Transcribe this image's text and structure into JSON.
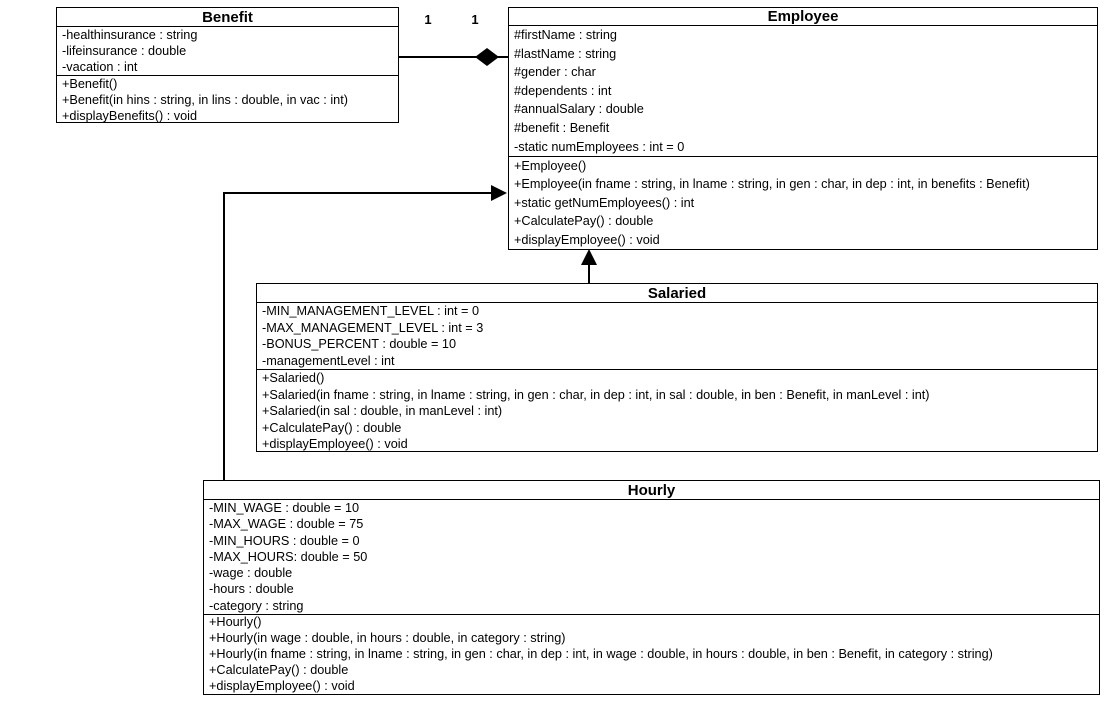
{
  "diagram": {
    "kind": "uml-class-diagram",
    "colors": {
      "line": "#000000",
      "text": "#000000",
      "background": "#ffffff",
      "box_fill": "#ffffff"
    },
    "classes": [
      {
        "name": "Benefit",
        "attributes": [
          "-healthinsurance : string",
          "-lifeinsurance : double",
          "-vacation : int"
        ],
        "methods": [
          "+Benefit()",
          "+Benefit(in hins : string, in lins : double, in vac : int)",
          "+displayBenefits() : void"
        ]
      },
      {
        "name": "Employee",
        "attributes": [
          "#firstName : string",
          "#lastName : string",
          "#gender : char",
          "#dependents : int",
          "#annualSalary : double",
          "#benefit : Benefit",
          "-static numEmployees : int = 0"
        ],
        "methods": [
          "+Employee()",
          "+Employee(in fname : string, in lname : string, in gen : char, in dep : int, in benefits : Benefit)",
          "+static getNumEmployees() : int",
          "+CalculatePay() : double",
          "+displayEmployee() : void"
        ]
      },
      {
        "name": "Salaried",
        "attributes": [
          "-MIN_MANAGEMENT_LEVEL : int = 0",
          "-MAX_MANAGEMENT_LEVEL : int = 3",
          "-BONUS_PERCENT : double = 10",
          "-managementLevel : int"
        ],
        "methods": [
          "+Salaried()",
          "+Salaried(in fname : string, in lname : string, in gen : char, in dep : int, in sal : double, in ben : Benefit, in manLevel : int)",
          "+Salaried(in sal : double, in manLevel : int)",
          "+CalculatePay() : double",
          "+displayEmployee() : void"
        ]
      },
      {
        "name": "Hourly",
        "attributes": [
          "-MIN_WAGE : double = 10",
          "-MAX_WAGE : double = 75",
          "-MIN_HOURS : double = 0",
          "-MAX_HOURS: double = 50",
          "-wage : double",
          "-hours : double",
          "-category : string"
        ],
        "methods": [
          "+Hourly()",
          "+Hourly(in wage : double, in hours : double, in category : string)",
          "+Hourly(in fname : string, in lname : string, in gen : char, in dep : int, in wage : double, in hours : double, in ben : Benefit, in category : string)",
          "+CalculatePay() : double",
          "+displayEmployee() : void"
        ]
      }
    ],
    "relationships": [
      {
        "type": "composition",
        "from": "Benefit",
        "to": "Employee",
        "multiplicities": [
          "1",
          "1"
        ]
      },
      {
        "type": "generalization",
        "from": "Salaried",
        "to": "Employee"
      },
      {
        "type": "generalization",
        "from": "Hourly",
        "to": "Employee"
      }
    ]
  }
}
